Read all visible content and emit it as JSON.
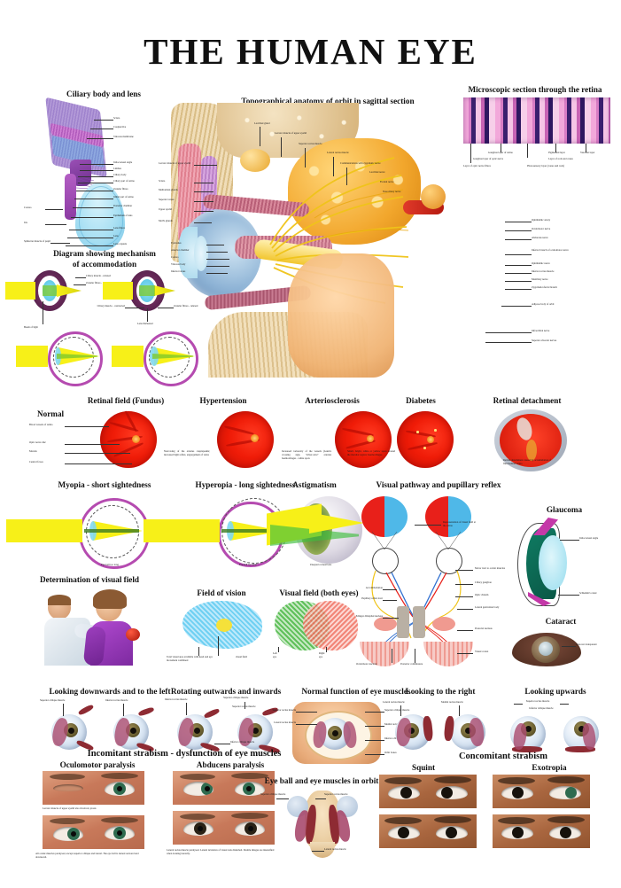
{
  "poster": {
    "title": "THE HUMAN EYE",
    "background": "#ffffff",
    "accent_red": "#e01b05",
    "accent_magenta": "#b54bb0",
    "accent_yellow": "#f7f018",
    "accent_blue": "#4fb8e8"
  },
  "sections": {
    "ciliary": {
      "title": "Ciliary body and lens",
      "labels": [
        "Sclera",
        "Conjunctiva",
        "Vitreous membrane",
        "Iridocorneal angle",
        "Limbus",
        "Ciliary body",
        "Ciliary part of retina",
        "Zonular fibres",
        "Iridial part of retina",
        "Posterior chamber",
        "Epithelium of lens",
        "Lens fibres",
        "Lens",
        "Lens capsule"
      ],
      "left_labels": [
        "Cornea",
        "Iris",
        "Sphincter muscle of pupil"
      ]
    },
    "accommodation": {
      "title_line1": "Diagram showing mechanism",
      "title_line2": "of accommodation",
      "labels": [
        "Ciliary muscle - relaxed",
        "Zonular fibres - stretched",
        "Beam of light",
        "Ciliary muscle - contracted",
        "Zonular fibres - relaxed",
        "Lens thickened"
      ]
    },
    "orbit": {
      "title": "Topographical anatomy of orbit in sagittal section",
      "top_labels": [
        "Lacrimal gland",
        "Levator muscle of upper eyelid",
        "Superior rectus muscle",
        "Lateral rectus muscle",
        "Communications with zygomatic nerve",
        "Lacrimal nerve",
        "Frontal nerve",
        "Nasociliary nerve"
      ],
      "left_labels": [
        "Levator muscle of upper eyelid",
        "Sclera",
        "Meibomian glands",
        "Superior tarsus",
        "Upper eyelid",
        "Moll's glands",
        "Eyelashes",
        "Anterior chamber",
        "Cornea",
        "Vitreous body",
        "Inferior tarsus"
      ],
      "right_labels": [
        "Ophthalmic artery",
        "Oculomotor nerve",
        "Abducens nerve",
        "Inferior branch of oculomotor nerve",
        "Ophthalmic nerve",
        "Inferior rectus muscle",
        "Maxillary nerve",
        "Zygomaticofacial branch",
        "Adipose body of orbit",
        "Infraorbital nerve",
        "Superior alveolar nerves"
      ]
    },
    "retina_micro": {
      "title": "Microscopic section through the retina",
      "labels": [
        "Ganglion layer of retina",
        "Pigmented layer",
        "Vascular layer",
        "Ganglion layer of optic nerve",
        "Layer of rods and cones",
        "Layer of optic nerve fibres",
        "Photosensory layer (cones and rods)"
      ]
    },
    "fundus": {
      "title": "Retinal field (Fundus)",
      "normal_label": "Normal",
      "normal_labels": [
        "Blood vessels of retina",
        "Optic nerve disc",
        "Macula",
        "Central fovea"
      ],
      "cards": [
        {
          "title": "Hypertension",
          "caption": "Narrowing of the arteries cuspispasms; increased light reflex, engorgement of veins"
        },
        {
          "title": "Arteriosclerosis",
          "caption": "Increased tortuosity of the vessels (Gunn's crossing sign, \"silver-wire\" arteries haemorrhages - white spots"
        },
        {
          "title": "Diabetes",
          "caption": "Small, bright, white or yellow spots around the macular region; haemorrhages"
        },
        {
          "title": "Retinal detachment",
          "caption": "Retinal detachment caused by accumulation of fluid behind retina"
        }
      ]
    },
    "refraction": [
      {
        "title": "Myopia - short sightedness",
        "caption": "Eye ball too long"
      },
      {
        "title": "Hyperopia - long sightedness",
        "caption": "Eye ball too short"
      },
      {
        "title": "Astigmatism",
        "caption": "Unequal corneal lens"
      }
    ],
    "pathway": {
      "title": "Visual pathway and pupillary reflex",
      "labels": [
        "Representation of visual field at the retina",
        "Motor tract to ocular muscles",
        "Ciliary ganglion",
        "Optic chiasm",
        "Lateral geniculate body",
        "Pretectal nucleus",
        "Visual cortex",
        "Accommodation",
        "Pupillary reflex tract",
        "Edinger-Westphal nucleus",
        "Oculomotor nucleus",
        "Posterior commissure"
      ]
    },
    "glaucoma": {
      "title": "Glaucoma",
      "labels": [
        "Iridocorneal angle",
        "Schlemm's canal"
      ]
    },
    "cataract": {
      "title": "Cataract",
      "labels": [
        "Lens not transparent"
      ]
    },
    "visual_field": {
      "title": "Determination of visual field",
      "field_of_vision": {
        "title": "Field of vision",
        "labels": [
          "Total visual area available with head and eye movement combined",
          "visual field"
        ]
      },
      "both_eyes": {
        "title": "Visual field (both eyes)",
        "labels": [
          "Left eye",
          "Right eye"
        ]
      }
    },
    "muscles": {
      "row_titles": [
        "Looking downwards and to the left",
        "Rotating outwards and inwards",
        "Normal function of eye muscles",
        "Looking to the right",
        "Looking upwards"
      ],
      "looking_down_labels": [
        "Superior oblique muscle",
        "Inferior rectus muscle"
      ],
      "rotating_labels": [
        "Inferior rectus muscle",
        "Superior oblique muscle",
        "Superior rectus muscle",
        "Inferior oblique muscle"
      ],
      "normal_labels": [
        "Superior rectus muscle",
        "Lateral rectus muscle",
        "Superior oblique muscle",
        "Medial rectus muscle",
        "Inferior oblique muscle",
        "Orbit bones"
      ],
      "right_labels": [
        "Lateral rectus muscle",
        "Medial rectus muscle"
      ],
      "up_labels": [
        "Superior rectus muscle",
        "Inferior oblique muscle"
      ]
    },
    "strabism": {
      "incomitant_title": "Incomitant strabism - dysfunction of eye muscles",
      "concomitant_title": "Concomitant strabism",
      "cards": [
        {
          "title": "Oculomotor paralysis",
          "caption_top": "Levator muscle of upper eyelid also involved, ptosis",
          "caption_bottom": "All ocular muscles paralysed, except superior oblique and lateral. The eye ball is turned outward and downward."
        },
        {
          "title": "Abducens paralysis",
          "caption_top": "",
          "caption_bottom": "Lateral rectus muscle paralysed. Lateral deviation of visual axis disturbed. Double images are intensified when looking laterally."
        },
        {
          "title": "Squint",
          "caption_top": "",
          "caption_bottom": ""
        },
        {
          "title": "Exotropia",
          "caption_top": "",
          "caption_bottom": ""
        }
      ]
    },
    "eyeball_orbit": {
      "title": "Eye ball and eye muscles in orbit",
      "labels": [
        "Superior oblique muscle",
        "Superior rectus muscle",
        "Lateral rectus muscle",
        "Medial rectus muscle"
      ]
    }
  }
}
